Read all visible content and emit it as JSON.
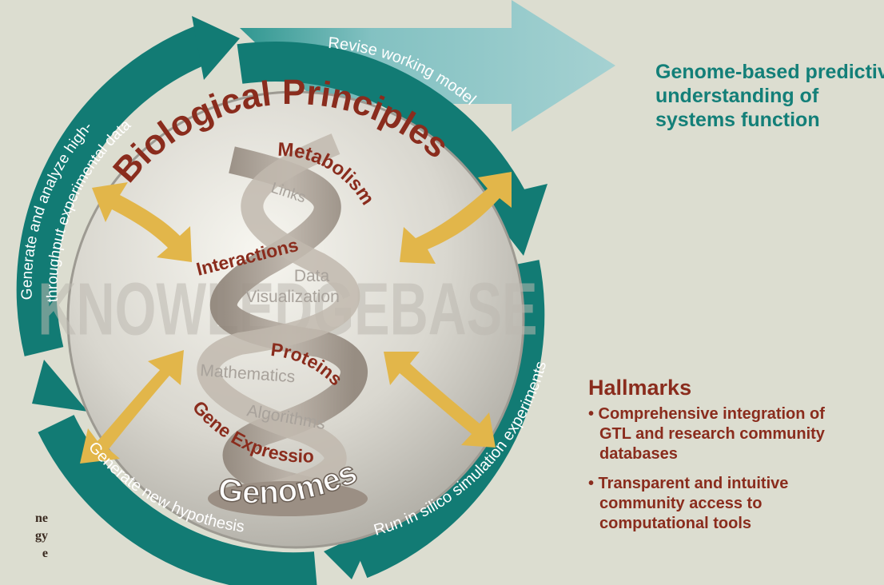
{
  "diagram": {
    "cycle_steps": [
      "Revise working model",
      "Run in silico simulation experiments",
      "Generate new hypothesis"
    ],
    "left_step_lines": [
      "Generate and analyze high-",
      "throughput experimental data"
    ],
    "center_title": "Biological Principles",
    "watermark": "KNOWLEDGEBASE",
    "helix_labels_red": [
      "Metabolism",
      "Interactions",
      "Proteins",
      "Gene Expression"
    ],
    "helix_labels_gray": [
      "Links",
      "Data",
      "Visualization",
      "Mathematics",
      "Algorithms"
    ],
    "base_label": "Genomes",
    "goal_lines": [
      "Genome-based predictive",
      "understanding of",
      "systems function"
    ],
    "hallmarks": {
      "title": "Hallmarks",
      "items": [
        {
          "lines": [
            "• Comprehensive integration of",
            "GTL  and research community",
            "databases"
          ]
        },
        {
          "lines": [
            "• Transparent and intuitive",
            "community access to",
            "computational tools"
          ]
        }
      ]
    },
    "corner_fragment_lines": [
      "ne",
      "gy",
      "e"
    ],
    "colors": {
      "background": "#dcddd0",
      "cycle_teal": "#127b74",
      "goal_arrow": "#8fc6c8",
      "gold_arrows": "#e2b64a",
      "red_text": "#8a2c1d",
      "helix": "#a69d92"
    }
  }
}
